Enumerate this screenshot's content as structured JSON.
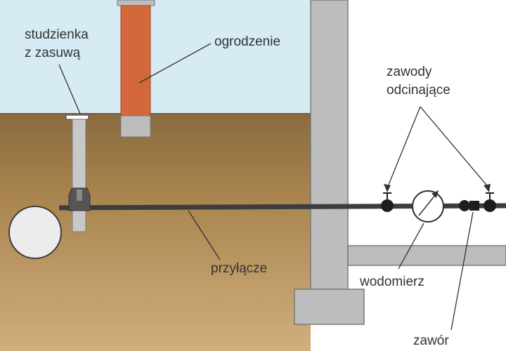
{
  "labels": {
    "chamber": [
      "studzienka",
      "z zasuwą"
    ],
    "fence": "ogrodzenie",
    "shutoff_valves": [
      "zawody",
      "odcinające"
    ],
    "connection": "przyłącze",
    "water_meter": "wodomierz",
    "valve": "zawór"
  },
  "colors": {
    "sky": "#d6ebf4",
    "soil_top": "#8a6b3f",
    "soil_bottom": "#caa878",
    "fence_post": "#d3683b",
    "concrete": "#bdbdbd",
    "pipe": "#3d3d3d",
    "main_pipe": "#ececec",
    "text": "#333333"
  }
}
